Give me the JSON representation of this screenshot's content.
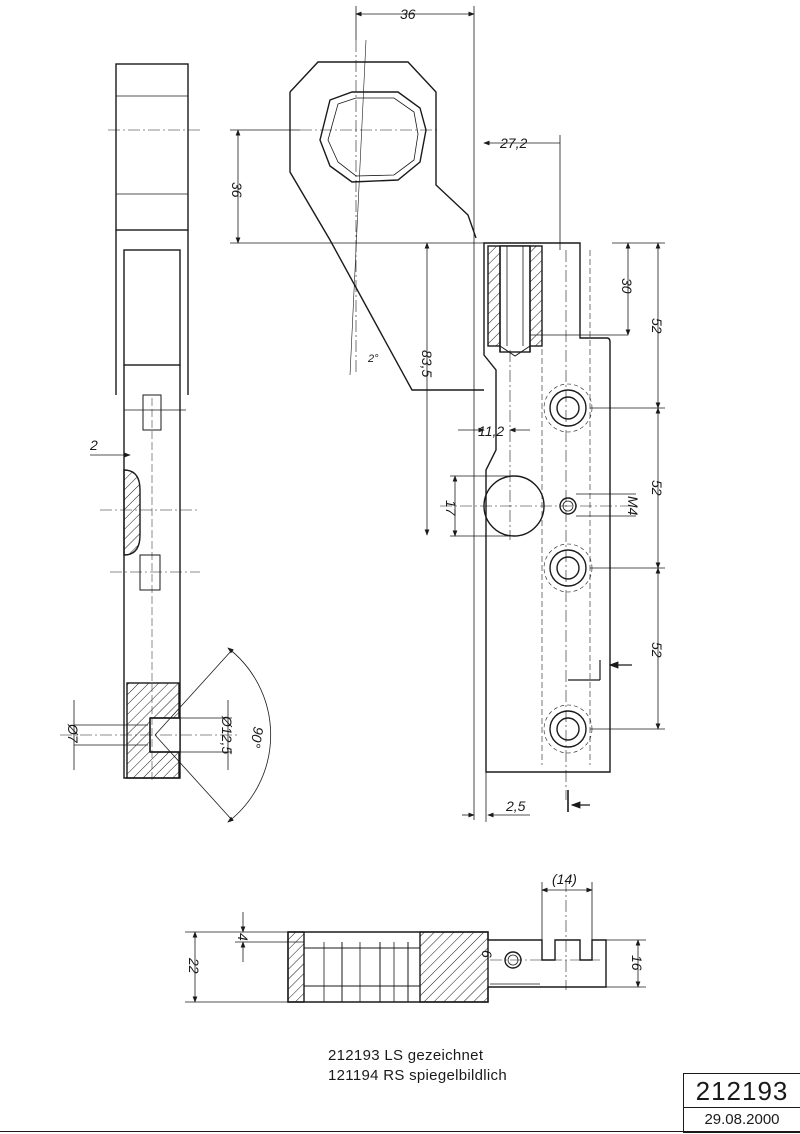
{
  "dimensions": {
    "d36_top": "36",
    "d27_2": "27,2",
    "d36_left": "36",
    "d20deg": "2°",
    "d83_5": "83,5",
    "d30": "30",
    "d52_a": "52",
    "d52_b": "52",
    "d52_c": "52",
    "d11_2": "11,2",
    "d17": "17",
    "dM4": "M4",
    "d2": "2",
    "d7": "Ø7",
    "d12_5": "Ø12,5",
    "d90": "90°",
    "d2_5": "2,5",
    "d14": "(14)",
    "d4": "4",
    "d6": "6",
    "d22": "22",
    "d16": "16"
  },
  "notes": {
    "line1": "212193 LS gezeichnet",
    "line2": "121194 RS spiegelbildlich"
  },
  "title_block": {
    "part_number": "212193",
    "date": "29.08.2000"
  }
}
